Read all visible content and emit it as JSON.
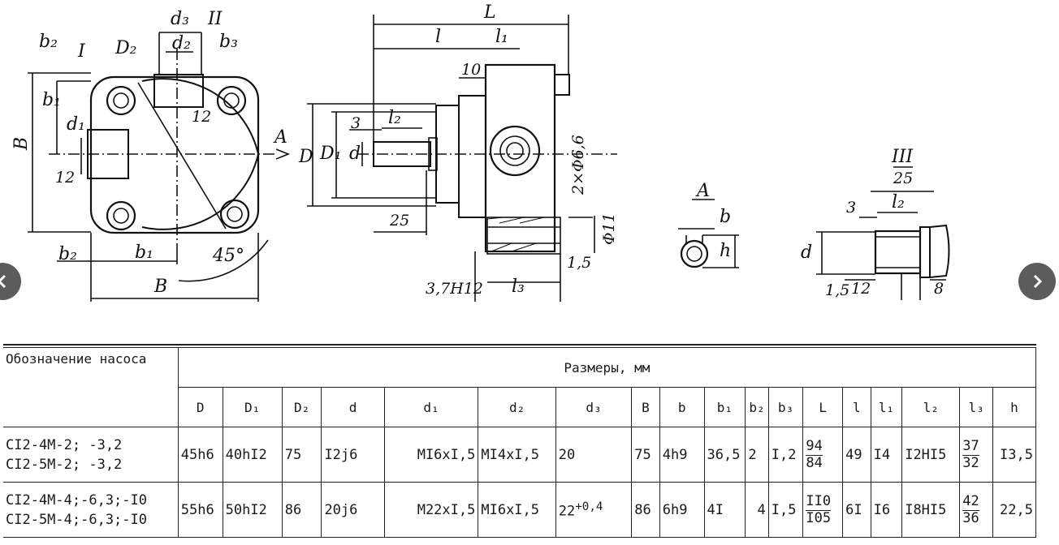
{
  "drawing": {
    "view1": {
      "B_v": "B",
      "b1_v": "b₁",
      "b2_v": "b₂",
      "d1_v": "d₁",
      "dim12_a": "12",
      "dim12_b": "12",
      "roman1": "I",
      "D2": "D₂",
      "d3": "d₃",
      "d2": "d₂",
      "roman2": "II",
      "b3": "b₃",
      "b2_b": "b₂",
      "b1_b": "b₁",
      "B_b": "B",
      "angle": "45°",
      "arrowA": "A"
    },
    "view2": {
      "L": "L",
      "l": "l",
      "l1": "l₁",
      "ten": "10",
      "D": "D",
      "D1": "D₁",
      "three": "3",
      "l2": "l₂",
      "d": "d",
      "twentyfive": "25",
      "holes": "2×Φ6,6",
      "phi11": "Φ11",
      "onefive": "1,5",
      "bore": "3,7H12",
      "l3": "l₃"
    },
    "viewA": {
      "title": "A",
      "b": "b",
      "h": "h"
    },
    "view3": {
      "title": "III",
      "scale": "25",
      "three": "3",
      "l2": "l₂",
      "d": "d",
      "onefive": "1,5",
      "twelve": "12",
      "eight": "8"
    }
  },
  "nav": {
    "prev_icon": "chevron-left-icon",
    "next_icon": "chevron-right-icon"
  },
  "table": {
    "col_name_header": "Обозначение насоса",
    "group_header": "Размеры, мм",
    "columns": [
      "D",
      "D₁",
      "D₂",
      "d",
      "d₁",
      "d₂",
      "d₃",
      "B",
      "b",
      "b₁",
      "b₂",
      "b₃",
      "L",
      "l",
      "l₁",
      "l₂",
      "l₃",
      "h"
    ],
    "row_a": {
      "names": [
        "CI2-4M-2; -3,2",
        "CI2-5M-2; -3,2"
      ],
      "D": "45h6",
      "D1": "40hI2",
      "D2": "75",
      "d": "I2j6",
      "d1": "MI6xI,5",
      "d2": "MI4xI,5",
      "d3": "20",
      "B": "75",
      "b": "4h9",
      "b1": "36,5",
      "b2": "2",
      "b3": "I,2",
      "L_num": "94",
      "L_den": "84",
      "l": "49",
      "l1": "I4",
      "l2": "I2HI5",
      "l3_num": "37",
      "l3_den": "32",
      "h": "I3,5"
    },
    "row_b": {
      "names": [
        "CI2-4M-4;-6,3;-I0",
        "CI2-5M-4;-6,3;-I0"
      ],
      "D": "55h6",
      "D1": "50hI2",
      "D2": "86",
      "d": "20j6",
      "d1": "M22xI,5",
      "d2": "MI6xI,5",
      "d3_base": "22",
      "d3_sup": "+0,4",
      "B": "86",
      "b": "6h9",
      "b1": "4I",
      "b2": "4",
      "b3": "I,5",
      "L_num": "II0",
      "L_den": "I05",
      "l": "6I",
      "l1": "I6",
      "l2": "I8HI5",
      "l3_num": "42",
      "l3_den": "36",
      "h": "22,5"
    }
  }
}
